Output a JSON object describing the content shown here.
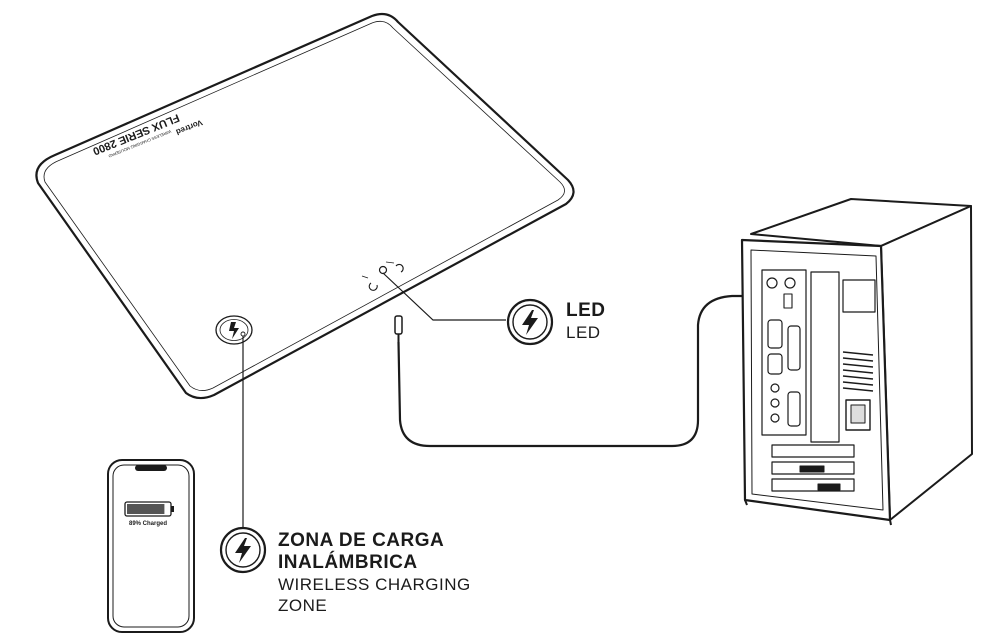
{
  "mousepad": {
    "brand": "Vortred",
    "model": "FLUX SERIE 2800",
    "tagline": "WIRELESS CHARGING MOUSEPAD"
  },
  "phone": {
    "battery_text": "89% Charged",
    "battery_level": 0.89
  },
  "callouts": {
    "led": {
      "title": "LED",
      "subtitle": "LED",
      "icon": "lightning-icon"
    },
    "wireless": {
      "title_line1": "ZONA DE CARGA",
      "title_line2": "INALÁMBRICA",
      "subtitle_line1": "WIRELESS CHARGING",
      "subtitle_line2": "ZONE",
      "icon": "lightning-icon"
    }
  },
  "colors": {
    "line": "#1b1b1b",
    "background": "#ffffff",
    "battery_fill": "#555555"
  }
}
